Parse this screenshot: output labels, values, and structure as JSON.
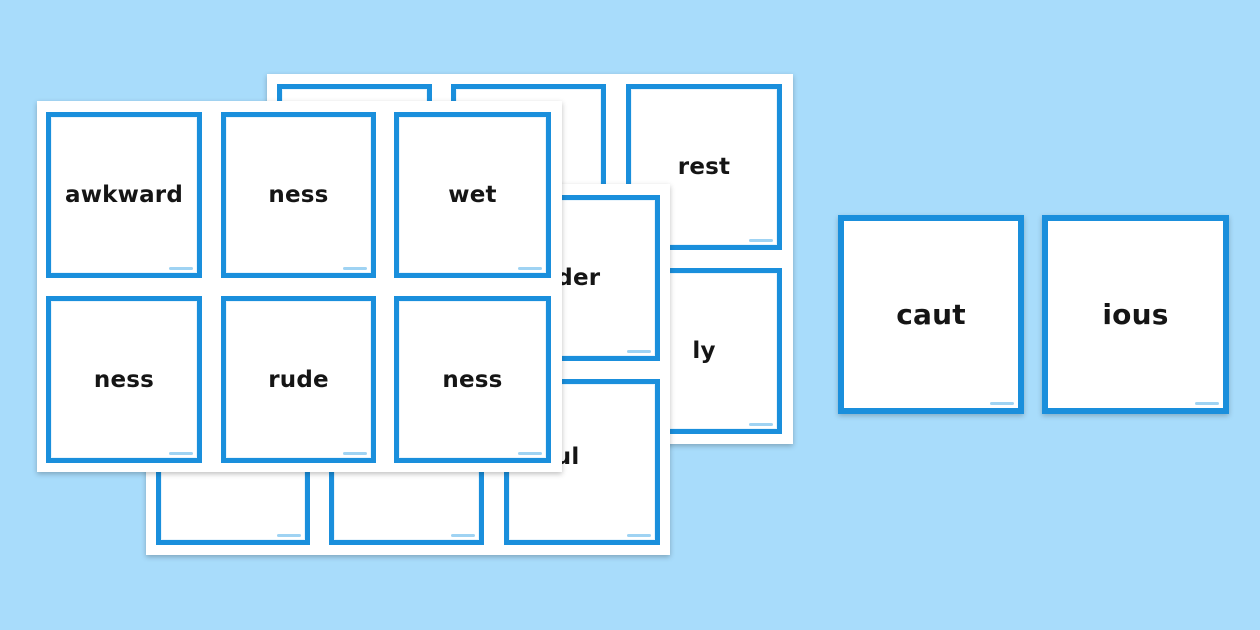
{
  "colors": {
    "background": "#a8dcfb",
    "card_border": "#1a8fdc",
    "card_face": "#ffffff"
  },
  "back_sheet": {
    "cards": [
      "",
      "",
      "rest",
      "",
      "",
      "ly"
    ]
  },
  "middle_sheet": {
    "cards": [
      "onder",
      "",
      "",
      "ful"
    ]
  },
  "front_sheet": {
    "cards": [
      "awkward",
      "ness",
      "wet",
      "ness",
      "rude",
      "ness"
    ]
  },
  "loose_cards": [
    "caut",
    "ious"
  ]
}
